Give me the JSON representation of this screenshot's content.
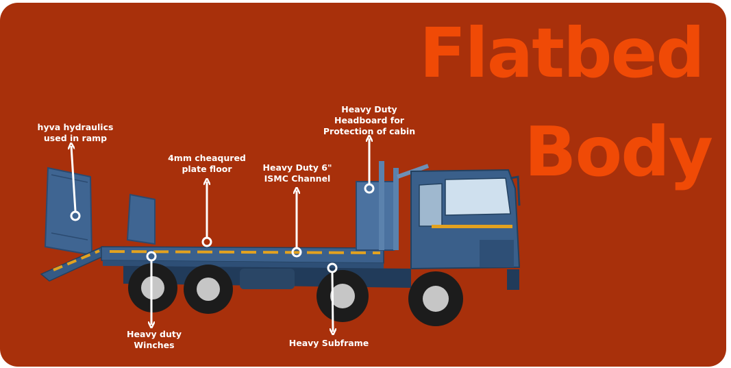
{
  "title": {
    "line1": "Flatbed",
    "line2": "Body"
  },
  "colors": {
    "background": "#a8300b",
    "title": "#f04a06",
    "truck": "#3a5f8a",
    "annotation": "#ffffff"
  },
  "annotations": [
    {
      "id": "hydraulics",
      "text": "hyva hydraulics\nused  in ramp"
    },
    {
      "id": "plate-floor",
      "text": "4mm cheaqured\nplate floor"
    },
    {
      "id": "ismc",
      "text": "Heavy Duty 6\"\nISMC Channel"
    },
    {
      "id": "headboard",
      "text": "Heavy Duty\nHeadboard for\nProtection of cabin"
    },
    {
      "id": "winches",
      "text": "Heavy duty\nWinches"
    },
    {
      "id": "subframe",
      "text": "Heavy Subframe"
    }
  ]
}
